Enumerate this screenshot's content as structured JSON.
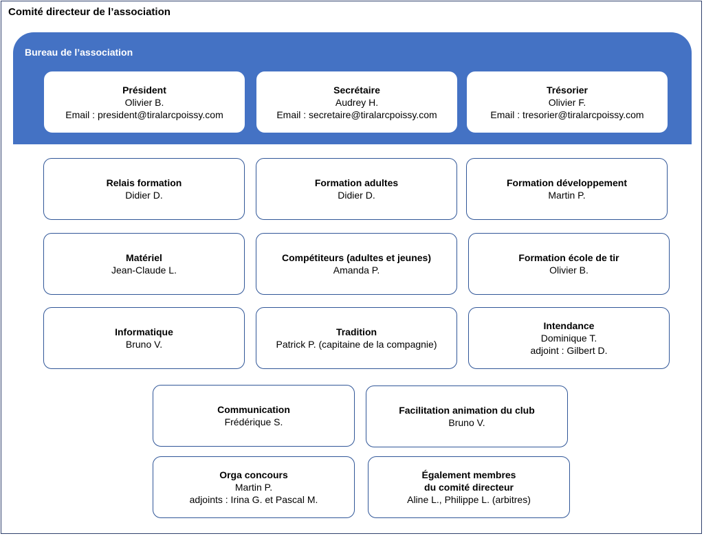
{
  "title": "Comité directeur de l’association",
  "bureau": {
    "title": "Bureau de l’association",
    "members": [
      {
        "role": "Président",
        "name": "Olivier B.",
        "email": "Email : president@tiralarcpoissy.com"
      },
      {
        "role": "Secrétaire",
        "name": "Audrey H.",
        "email": "Email : secretaire@tiralarcpoissy.com"
      },
      {
        "role": "Trésorier",
        "name": "Olivier F.",
        "email": "Email : tresorier@tiralarcpoissy.com"
      }
    ]
  },
  "roles": [
    {
      "role": "Relais formation",
      "name": "Didier D."
    },
    {
      "role": "Formation adultes",
      "name": "Didier D."
    },
    {
      "role": "Formation développement",
      "name": "Martin P."
    },
    {
      "role": "Matériel",
      "name": "Jean-Claude L."
    },
    {
      "role": "Compétiteurs (adultes et jeunes)",
      "name": "Amanda P."
    },
    {
      "role": "Formation école de tir",
      "name": "Olivier B."
    },
    {
      "role": "Informatique",
      "name": "Bruno V."
    },
    {
      "role": "Tradition",
      "name": "Patrick P. (capitaine de la compagnie)"
    },
    {
      "role": "Intendance",
      "name": "Dominique T.",
      "extra": "adjoint : Gilbert D."
    },
    {
      "role": "Communication",
      "name": "Frédérique S."
    },
    {
      "role": "Facilitation animation du club",
      "name": "Bruno V."
    },
    {
      "role": "Orga concours",
      "name": "Martin P.",
      "extra": "adjoints : Irina G. et Pascal M."
    },
    {
      "role": "Également membres\ndu comité directeur",
      "name": "Aline L., Philippe L. (arbitres)"
    }
  ]
}
